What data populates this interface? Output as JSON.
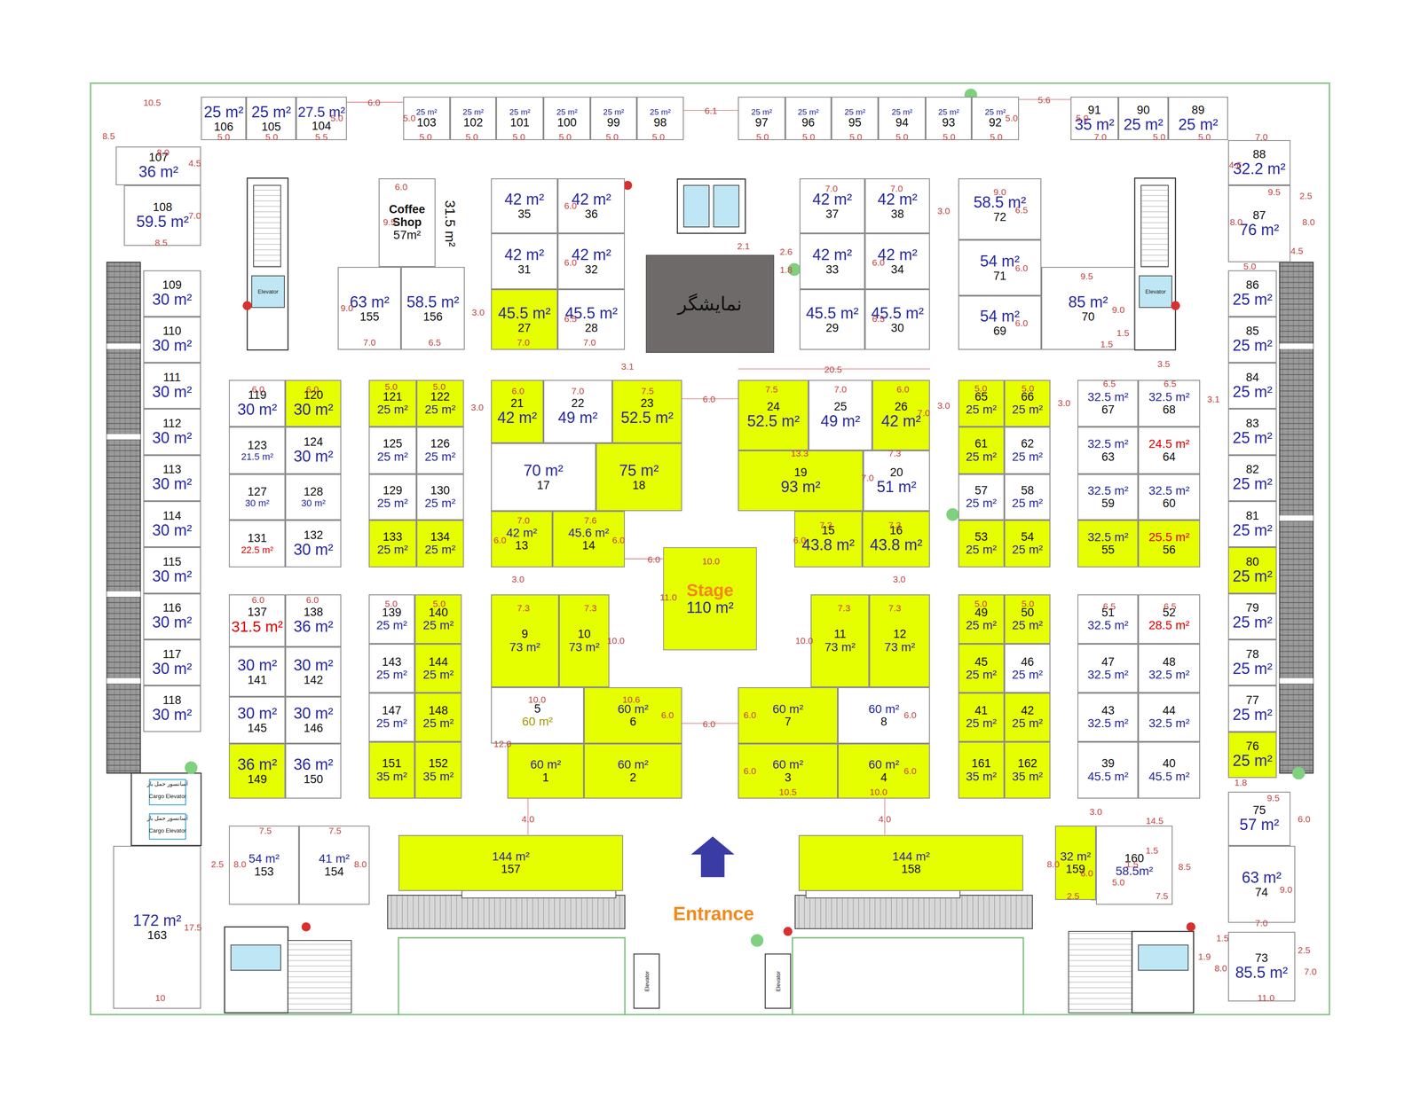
{
  "diagram": {
    "nodes": [
      {
        "text": [
          "25 m²",
          "106"
        ]
      },
      {
        "text": [
          "25 m²",
          "105"
        ]
      },
      {
        "text": [
          "27.5 m²",
          "104"
        ]
      },
      {
        "text": [
          "25 m²",
          "103"
        ]
      },
      {
        "text": [
          "25 m²",
          "102"
        ]
      },
      {
        "text": [
          "25 m²",
          "101"
        ]
      },
      {
        "text": [
          "25 m²",
          "100"
        ]
      },
      {
        "text": [
          "25 m²",
          "99"
        ]
      },
      {
        "text": [
          "25 m²",
          "98"
        ]
      },
      {
        "text": [
          "25 m²",
          "97"
        ]
      },
      {
        "text": [
          "25 m²",
          "96"
        ]
      },
      {
        "text": [
          "25 m²",
          "95"
        ]
      },
      {
        "text": [
          "25 m²",
          "94"
        ]
      },
      {
        "text": [
          "25 m²",
          "93"
        ]
      },
      {
        "text": [
          "25 m²",
          "92"
        ]
      },
      {
        "text": [
          "91",
          "35 m²"
        ]
      },
      {
        "text": [
          "90",
          "25 m²"
        ]
      },
      {
        "text": [
          "89",
          "25 m²"
        ]
      },
      {
        "text": [
          "107",
          "36 m²"
        ]
      },
      {
        "text": [
          "108",
          "59.5 m²"
        ]
      },
      {
        "text": [
          "109",
          "30 m²"
        ]
      },
      {
        "text": [
          "110",
          "30 m²"
        ]
      },
      {
        "text": [
          "111",
          "30 m²"
        ]
      },
      {
        "text": [
          "112",
          "30 m²"
        ]
      },
      {
        "text": [
          "113",
          "30 m²"
        ]
      },
      {
        "text": [
          "114",
          "30 m²"
        ]
      },
      {
        "text": [
          "115",
          "30 m²"
        ]
      },
      {
        "text": [
          "116",
          "30 m²"
        ]
      },
      {
        "text": [
          "117",
          "30 m²"
        ]
      },
      {
        "text": [
          "118",
          "30 m²"
        ]
      },
      {
        "text": [
          "88",
          "32.2 m²"
        ]
      },
      {
        "text": [
          "87",
          "76 m²"
        ]
      },
      {
        "text": [
          "86",
          "25 m²"
        ]
      },
      {
        "text": [
          "85",
          "25 m²"
        ]
      },
      {
        "text": [
          "84",
          "25 m²"
        ]
      },
      {
        "text": [
          "83",
          "25 m²"
        ]
      },
      {
        "text": [
          "82",
          "25 m²"
        ]
      },
      {
        "text": [
          "81",
          "25 m²"
        ]
      },
      {
        "text": [
          "80",
          "25 m²"
        ]
      },
      {
        "text": [
          "79",
          "25 m²"
        ]
      },
      {
        "text": [
          "78",
          "25 m²"
        ]
      },
      {
        "text": [
          "77",
          "25 m²"
        ]
      },
      {
        "text": [
          "76",
          "25 m²"
        ]
      },
      {
        "text": [
          "75",
          "57 m²"
        ]
      },
      {
        "text": [
          "63 m²",
          "74"
        ]
      },
      {
        "text": [
          "73",
          "85.5 m²"
        ]
      },
      {
        "text": [
          "Coffee Shop",
          "57m²"
        ]
      },
      {
        "text": [
          "63 m²",
          "155"
        ]
      },
      {
        "text": [
          "58.5 m²",
          "156"
        ]
      },
      {
        "text": [
          "42 m²",
          "35"
        ]
      },
      {
        "text": [
          "42 m²",
          "36"
        ]
      },
      {
        "text": [
          "42 m²",
          "31"
        ]
      },
      {
        "text": [
          "42 m²",
          "32"
        ]
      },
      {
        "text": [
          "45.5 m²",
          "27"
        ]
      },
      {
        "text": [
          "45.5 m²",
          "28"
        ]
      },
      {
        "text": [
          "نمایشگر"
        ]
      },
      {
        "text": [
          "42 m²",
          "37"
        ]
      },
      {
        "text": [
          "42 m²",
          "38"
        ]
      },
      {
        "text": [
          "42 m²",
          "33"
        ]
      },
      {
        "text": [
          "42 m²",
          "34"
        ]
      },
      {
        "text": [
          "45.5 m²",
          "29"
        ]
      },
      {
        "text": [
          "45.5 m²",
          "30"
        ]
      },
      {
        "text": [
          "58.5 m²",
          "72"
        ]
      },
      {
        "text": [
          "54 m²",
          "71"
        ]
      },
      {
        "text": [
          "54 m²",
          "69"
        ]
      },
      {
        "text": [
          "85 m²",
          "70"
        ]
      },
      {
        "text": [
          "119",
          "30 m²"
        ]
      },
      {
        "text": [
          "120",
          "30 m²"
        ]
      },
      {
        "text": [
          "123",
          "21.5 m²"
        ]
      },
      {
        "text": [
          "124",
          "30 m²"
        ]
      },
      {
        "text": [
          "127",
          "30 m²"
        ]
      },
      {
        "text": [
          "128",
          "30 m²"
        ]
      },
      {
        "text": [
          "131",
          "22.5 m²"
        ]
      },
      {
        "text": [
          "132",
          "30 m²"
        ]
      },
      {
        "text": [
          "121",
          "25 m²"
        ]
      },
      {
        "text": [
          "122",
          "25 m²"
        ]
      },
      {
        "text": [
          "125",
          "25 m²"
        ]
      },
      {
        "text": [
          "126",
          "25 m²"
        ]
      },
      {
        "text": [
          "129",
          "25 m²"
        ]
      },
      {
        "text": [
          "130",
          "25 m²"
        ]
      },
      {
        "text": [
          "133",
          "25 m²"
        ]
      },
      {
        "text": [
          "134",
          "25 m²"
        ]
      },
      {
        "text": [
          "21",
          "42 m²"
        ]
      },
      {
        "text": [
          "22",
          "49 m²"
        ]
      },
      {
        "text": [
          "23",
          "52.5 m²"
        ]
      },
      {
        "text": [
          "70 m²",
          "17"
        ]
      },
      {
        "text": [
          "75 m²",
          "18"
        ]
      },
      {
        "text": [
          "42 m²",
          "13"
        ]
      },
      {
        "text": [
          "45.6 m²",
          "14"
        ]
      },
      {
        "text": [
          "24",
          "52.5 m²"
        ]
      },
      {
        "text": [
          "25",
          "49 m²"
        ]
      },
      {
        "text": [
          "26",
          "42 m²"
        ]
      },
      {
        "text": [
          "19",
          "93 m²"
        ]
      },
      {
        "text": [
          "20",
          "51 m²"
        ]
      },
      {
        "text": [
          "15",
          "43.8 m²"
        ]
      },
      {
        "text": [
          "16",
          "43.8 m²"
        ]
      },
      {
        "text": [
          "65",
          "25 m²"
        ]
      },
      {
        "text": [
          "66",
          "25 m²"
        ]
      },
      {
        "text": [
          "61",
          "25 m²"
        ]
      },
      {
        "text": [
          "62",
          "25 m²"
        ]
      },
      {
        "text": [
          "57",
          "25 m²"
        ]
      },
      {
        "text": [
          "58",
          "25 m²"
        ]
      },
      {
        "text": [
          "53",
          "25 m²"
        ]
      },
      {
        "text": [
          "54",
          "25 m²"
        ]
      },
      {
        "text": [
          "32.5 m²",
          "67"
        ]
      },
      {
        "text": [
          "32.5 m²",
          "68"
        ]
      },
      {
        "text": [
          "32.5 m²",
          "63"
        ]
      },
      {
        "text": [
          "24.5 m²",
          "64"
        ]
      },
      {
        "text": [
          "32.5 m²",
          "59"
        ]
      },
      {
        "text": [
          "32.5 m²",
          "60"
        ]
      },
      {
        "text": [
          "32.5 m²",
          "55"
        ]
      },
      {
        "text": [
          "25.5 m²",
          "56"
        ]
      },
      {
        "text": [
          "Stage",
          "110 m²"
        ]
      },
      {
        "text": [
          "137",
          "31.5 m²"
        ]
      },
      {
        "text": [
          "138",
          "36 m²"
        ]
      },
      {
        "text": [
          "30 m²",
          "141"
        ]
      },
      {
        "text": [
          "30 m²",
          "142"
        ]
      },
      {
        "text": [
          "30 m²",
          "145"
        ]
      },
      {
        "text": [
          "30 m²",
          "146"
        ]
      },
      {
        "text": [
          "36 m²",
          "149"
        ]
      },
      {
        "text": [
          "36 m²",
          "150"
        ]
      },
      {
        "text": [
          "139",
          "25 m²"
        ]
      },
      {
        "text": [
          "140",
          "25 m²"
        ]
      },
      {
        "text": [
          "143",
          "25 m²"
        ]
      },
      {
        "text": [
          "144",
          "25 m²"
        ]
      },
      {
        "text": [
          "147",
          "25 m²"
        ]
      },
      {
        "text": [
          "148",
          "25 m²"
        ]
      },
      {
        "text": [
          "151",
          "35 m²"
        ]
      },
      {
        "text": [
          "152",
          "35 m²"
        ]
      },
      {
        "text": [
          "9",
          "73 m²"
        ]
      },
      {
        "text": [
          "10",
          "73 m²"
        ]
      },
      {
        "text": [
          "5",
          "60 m²"
        ]
      },
      {
        "text": [
          "60 m²",
          "6"
        ]
      },
      {
        "text": [
          "60 m²",
          "1"
        ]
      },
      {
        "text": [
          "60 m²",
          "2"
        ]
      },
      {
        "text": [
          "11",
          "73 m²"
        ]
      },
      {
        "text": [
          "12",
          "73 m²"
        ]
      },
      {
        "text": [
          "60 m²",
          "7"
        ]
      },
      {
        "text": [
          "60 m²",
          "8"
        ]
      },
      {
        "text": [
          "60 m²",
          "3"
        ]
      },
      {
        "text": [
          "60 m²",
          "4"
        ]
      },
      {
        "text": [
          "49",
          "25 m²"
        ]
      },
      {
        "text": [
          "50",
          "25 m²"
        ]
      },
      {
        "text": [
          "45",
          "25 m²"
        ]
      },
      {
        "text": [
          "46",
          "25 m²"
        ]
      },
      {
        "text": [
          "41",
          "25 m²"
        ]
      },
      {
        "text": [
          "42",
          "25 m²"
        ]
      },
      {
        "text": [
          "161",
          "35 m²"
        ]
      },
      {
        "text": [
          "162",
          "35 m²"
        ]
      },
      {
        "text": [
          "51",
          "32.5 m²"
        ]
      },
      {
        "text": [
          "52",
          "28.5 m²"
        ]
      },
      {
        "text": [
          "47",
          "32.5 m²"
        ]
      },
      {
        "text": [
          "48",
          "32.5 m²"
        ]
      },
      {
        "text": [
          "43",
          "32.5 m²"
        ]
      },
      {
        "text": [
          "44",
          "32.5 m²"
        ]
      },
      {
        "text": [
          "39",
          "45.5 m²"
        ]
      },
      {
        "text": [
          "40",
          "45.5 m²"
        ]
      },
      {
        "text": [
          "54 m²",
          "153"
        ]
      },
      {
        "text": [
          "41 m²",
          "154"
        ]
      },
      {
        "text": [
          "172 m²",
          "163"
        ]
      },
      {
        "text": [
          "144 m²",
          "157"
        ]
      },
      {
        "text": [
          "144 m²",
          "158"
        ]
      },
      {
        "text": [
          "32 m²",
          "159"
        ]
      },
      {
        "text": [
          "160",
          "58.5m²"
        ]
      }
    ],
    "labels": [
      "Entrance",
      "31.5 m²",
      "آسانسور حمل بار",
      "Cargo Elevator",
      "آسانسور حمل بار",
      "Cargo Elevator",
      "Elevator",
      "Elevator",
      "Elevator",
      "Elevator",
      "10.5",
      "6.0",
      "6.1",
      "5.6",
      "8.5",
      "5.0",
      "5.0",
      "5.0",
      "5.0",
      "5.0",
      "5.0",
      "5.5",
      "5.0",
      "5.0",
      "5.0",
      "5.0",
      "5.0",
      "5.0",
      "5.0",
      "5.0",
      "5.0",
      "5.0",
      "5.0",
      "5.0",
      "7.0",
      "5.0",
      "5.0",
      "7.0",
      "8.0",
      "4.5",
      "7.0",
      "8.5",
      "4.6",
      "9.5",
      "2.5",
      "8.0",
      "8.0",
      "4.5",
      "5.0",
      "6.0",
      "9.5",
      "9.0",
      "7.0",
      "6.5",
      "3.0",
      "6.0",
      "6.0",
      "6.5",
      "7.0",
      "7.0",
      "2.1",
      "2.6",
      "1.8",
      "7.0",
      "7.0",
      "3.0",
      "6.0",
      "6.5",
      "9.0",
      "6.5",
      "6.0",
      "6.0",
      "9.5",
      "9.0",
      "1.5",
      "1.5",
      "3.1",
      "20.5",
      "3.5",
      "6.0",
      "3.0",
      "3.0",
      "3.0",
      "3.1",
      "13.3",
      "7.3",
      "7.0",
      "7.0",
      "6.0",
      "10.0",
      "11.0",
      "3.0",
      "3.0",
      "6.0",
      "10.0",
      "10.6",
      "12.0",
      "6.0",
      "10.0",
      "10.0",
      "6.0",
      "6.0",
      "10.5",
      "10.0",
      "6.0",
      "6.0",
      "4.0",
      "4.0",
      "7.3",
      "7.3",
      "7.3",
      "7.3",
      "7.0",
      "7.6",
      "6.0",
      "6.0",
      "7.3",
      "7.3",
      "6.0",
      "7.5",
      "7.5",
      "2.5",
      "8.0",
      "8.0",
      "17.5",
      "10",
      "3.0",
      "14.5",
      "8.0",
      "6.0",
      "2.5",
      "5.0",
      "7.5",
      "8.5",
      "1.5",
      "1.5",
      "1.8",
      "9.5",
      "6.0",
      "9.0",
      "7.0",
      "1.5",
      "2.5",
      "8.0",
      "7.0",
      "11.0",
      "1.9",
      "6.0",
      "6.0",
      "5.0",
      "5.0",
      "6.5",
      "6.5",
      "6.0",
      "6.0",
      "5.0",
      "5.0",
      "6.5",
      "6.5",
      "5.0",
      "5.0",
      "5.0",
      "5.0",
      "7.5",
      "7.0",
      "6.0",
      "6.0",
      "7.0",
      "7.5"
    ]
  }
}
